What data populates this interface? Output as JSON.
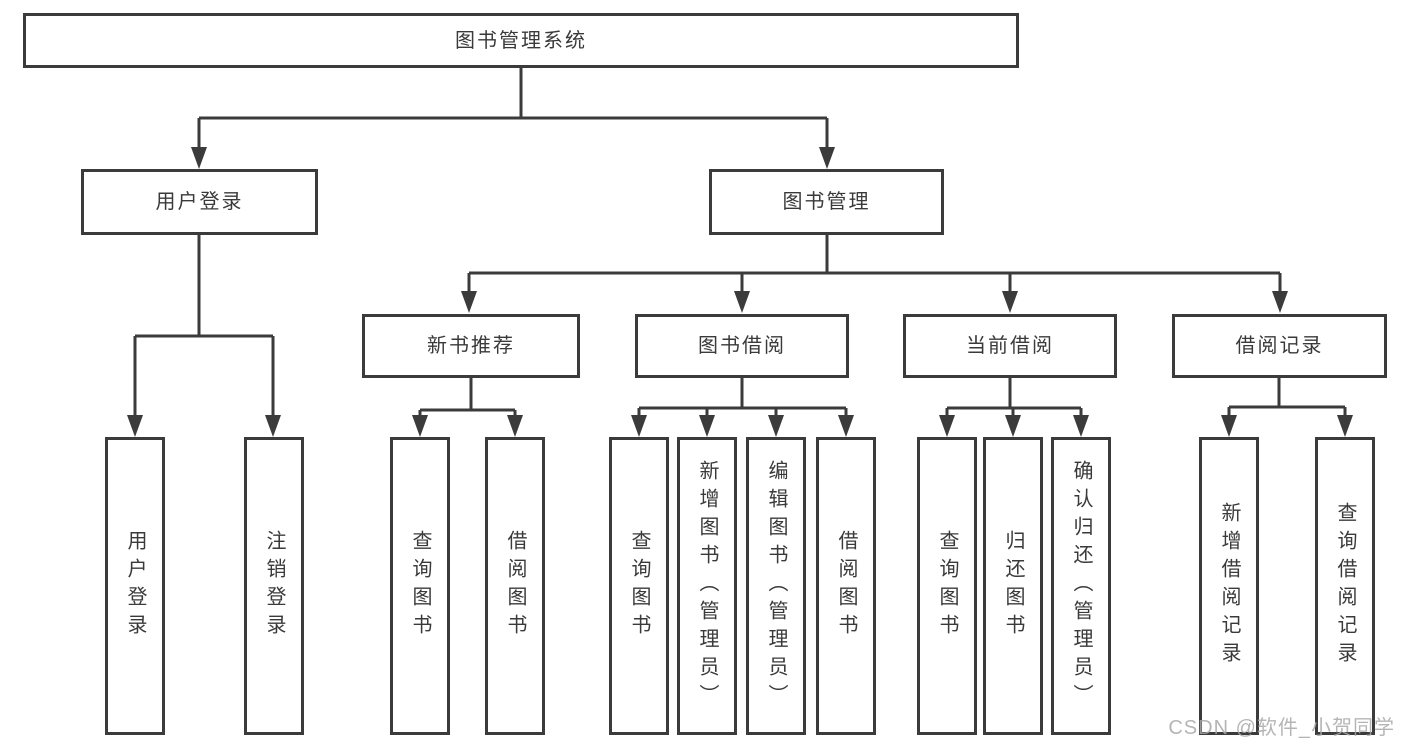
{
  "diagram": {
    "root": {
      "label": "图书管理系统"
    },
    "children": [
      {
        "label": "用户登录",
        "children": [
          {
            "label": "用户登录"
          },
          {
            "label": "注销登录"
          }
        ]
      },
      {
        "label": "图书管理",
        "children": [
          {
            "label": "新书推荐",
            "children": [
              {
                "label": "查询图书"
              },
              {
                "label": "借阅图书"
              }
            ]
          },
          {
            "label": "图书借阅",
            "children": [
              {
                "label": "查询图书"
              },
              {
                "label": "新增图书（管理员）"
              },
              {
                "label": "编辑图书（管理员）"
              },
              {
                "label": "借阅图书"
              }
            ]
          },
          {
            "label": "当前借阅",
            "children": [
              {
                "label": "查询图书"
              },
              {
                "label": "归还图书"
              },
              {
                "label": "确认归还（管理员）"
              }
            ]
          },
          {
            "label": "借阅记录",
            "children": [
              {
                "label": "新增借阅记录"
              },
              {
                "label": "查询借阅记录"
              }
            ]
          }
        ]
      }
    ],
    "watermark": {
      "text": "CSDN @软件_小贺同学"
    },
    "colors": {
      "line": "#3b3b3b",
      "text": "#3a3a3a",
      "box_background": "#ffffff",
      "page_background": "#ffffff",
      "watermark": "#a8a8a8"
    }
  }
}
